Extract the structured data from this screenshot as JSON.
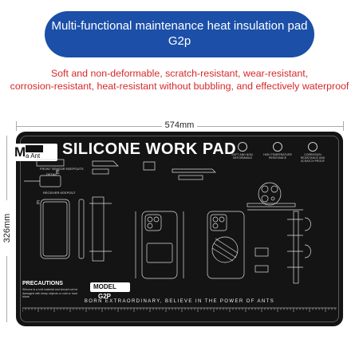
{
  "banner": {
    "line1": "Multi-functional maintenance heat insulation pad",
    "line2": "G2p"
  },
  "description": {
    "line1": "Soft and non-deformable, scratch-resistant, wear-resistant,",
    "line2": "corrosion-resistant, heat-resistant without bubbling, and effectively waterproof"
  },
  "dimensions": {
    "width": "574mm",
    "height": "326mm"
  },
  "pad": {
    "logo_letter": "M",
    "logo_sub": "a Ant",
    "title": "SILICONE WORK PAD",
    "features": [
      "SOFT AND NON-DEFORMABLE",
      "HIGH TEMPERATURE RESISTANCE",
      "CORROSION RESISTANCE AND SCRATCH PROOF"
    ],
    "labels": {
      "front_sensor": "FRONT SENSOR KEEPOUTS",
      "detail": "DETAIL",
      "detail_letter": "E",
      "receiver": "RECEIVER KEEPOUT",
      "e_letter": "E"
    },
    "precautions_title": "PRECAUTIONS",
    "precautions_body": "Silicone is a soft material and should not be damaged with sharp objects or cold or hard blade",
    "model_label": "MODEL",
    "model_value": "G2P",
    "slogan": "BORN EXTRAORDINARY, BELIEVE IN THE POWER OF ANTS"
  }
}
